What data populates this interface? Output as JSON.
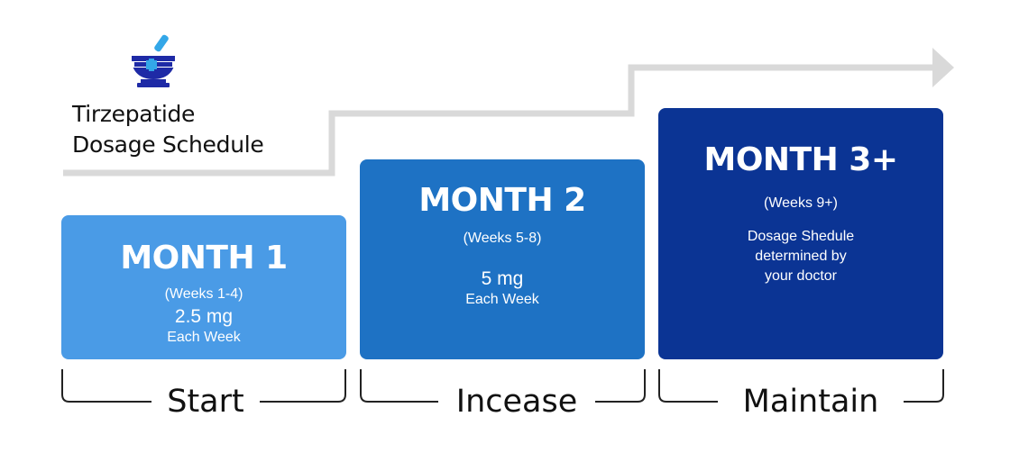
{
  "title": {
    "line1": "Tirzepatide",
    "line2": "Dosage Schedule"
  },
  "icons": {
    "logo": "mortar-and-pestle-with-cross-icon",
    "arrow": "step-arrow-icon"
  },
  "colors": {
    "month1": "#4a9be6",
    "month2": "#1e72c4",
    "month3": "#0b3494",
    "arrow": "#d9d9d9",
    "logo_navy": "#1e2aa6",
    "logo_cyan": "#33a7e8"
  },
  "steps": [
    {
      "month": "MONTH 1",
      "weeks": "(Weeks 1-4)",
      "dose": "2.5 mg",
      "frequency": "Each Week",
      "phase": "Start"
    },
    {
      "month": "MONTH 2",
      "weeks": "(Weeks 5-8)",
      "dose": "5 mg",
      "frequency": "Each Week",
      "phase": "Incease"
    },
    {
      "month": "MONTH 3+",
      "weeks": "(Weeks 9+)",
      "note_lines": [
        "Dosage Shedule",
        "determined by",
        "your doctor"
      ],
      "phase": "Maintain"
    }
  ]
}
